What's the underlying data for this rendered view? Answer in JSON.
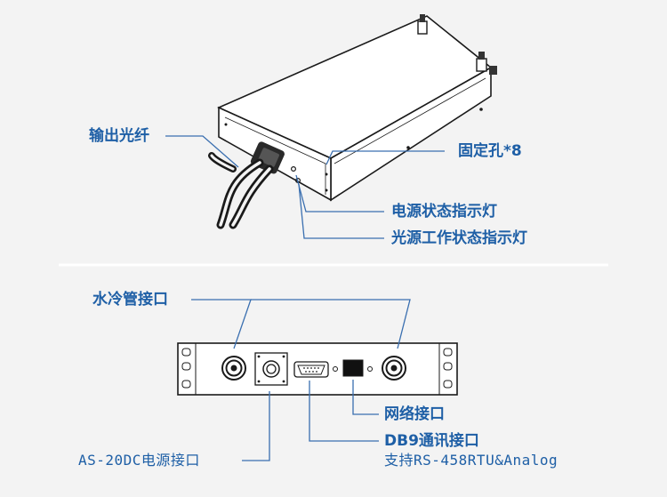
{
  "labels": {
    "fiber_output": "输出光纤",
    "mounting_holes": "固定孔*8",
    "power_status_led": "电源状态指示灯",
    "light_status_led": "光源工作状态指示灯",
    "water_cooling_port": "水冷管接口",
    "network_port": "网络接口",
    "db9_line1": "DB9通讯接口",
    "db9_line2": "支持RS-458RTU&Analog",
    "power_port": "AS-20DC电源接口"
  },
  "colors": {
    "label": "#1e5fa6",
    "leader_line": "#3a6fb0",
    "device_outline": "#1a1a1a",
    "separator": "#ffffff"
  }
}
